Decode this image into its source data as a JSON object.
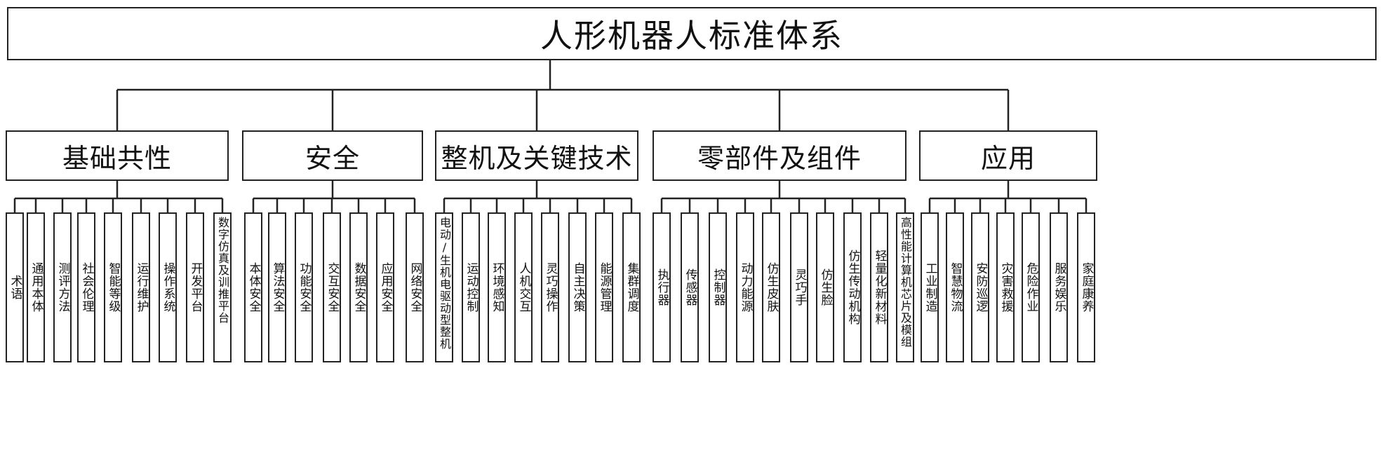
{
  "title": "人形机器人标准体系",
  "categories": [
    {
      "label": "基础共性",
      "items": [
        "术语",
        "通用本体",
        "测评方法",
        "社会伦理",
        "智能等级",
        "运行维护",
        "操作系统",
        "开发平台",
        "数字仿真及训推平台"
      ]
    },
    {
      "label": "安全",
      "items": [
        "本体安全",
        "算法安全",
        "功能安全",
        "交互安全",
        "数据安全",
        "应用安全",
        "网络安全"
      ]
    },
    {
      "label": "整机及关键技术",
      "items": [
        "电动/生机电驱动型整机",
        "运动控制",
        "环境感知",
        "人机交互",
        "灵巧操作",
        "自主决策",
        "能源管理",
        "集群调度"
      ]
    },
    {
      "label": "零部件及组件",
      "items": [
        "执行器",
        "传感器",
        "控制器",
        "动力能源",
        "仿生皮肤",
        "灵巧手",
        "仿生脸",
        "仿生传动机构",
        "轻量化新材料",
        "高性能计算机芯片及模组"
      ]
    },
    {
      "label": "应用",
      "items": [
        "工业制造",
        "智慧物流",
        "安防巡逻",
        "灾害救援",
        "危险作业",
        "服务娱乐",
        "家庭康养"
      ]
    }
  ]
}
